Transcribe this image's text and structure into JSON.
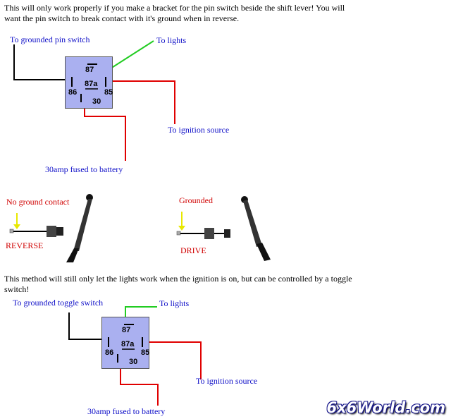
{
  "intro": {
    "line1": "This will only work properly if you make a bracket for the pin switch beside the shift lever!  You will",
    "line2": "want the pin switch to break contact with it's ground when in reverse."
  },
  "relay1": {
    "label_ground": "To grounded pin switch",
    "label_lights": "To lights",
    "label_ignition": "To ignition source",
    "label_battery": "30amp fused to battery",
    "pins": {
      "p87": "87",
      "p87a": "87a",
      "p86": "86",
      "p85": "85",
      "p30": "30"
    }
  },
  "positions": {
    "reverse": {
      "state": "No ground contact",
      "gear": "REVERSE"
    },
    "drive": {
      "state": "Grounded",
      "gear": "DRIVE"
    }
  },
  "middle": {
    "line1": "This method will still only let the lights work when the ignition is on, but can be controlled by a toggle",
    "line2": "switch!"
  },
  "relay2": {
    "label_ground": "To grounded toggle switch",
    "label_lights": "To lights",
    "label_ignition": "To ignition source",
    "label_battery": "30amp fused to battery",
    "pins": {
      "p87": "87",
      "p87a": "87a",
      "p86": "86",
      "p85": "85",
      "p30": "30"
    }
  },
  "watermark": "6x6World.com",
  "colors": {
    "relay_fill": "#aab0f0",
    "ground_wire": "#000000",
    "lights_wire": "#22cc22",
    "power_wire": "#e00000",
    "label_blue": "#1010c8",
    "label_red": "#d00000",
    "arrow_yellow": "#f0f000"
  }
}
